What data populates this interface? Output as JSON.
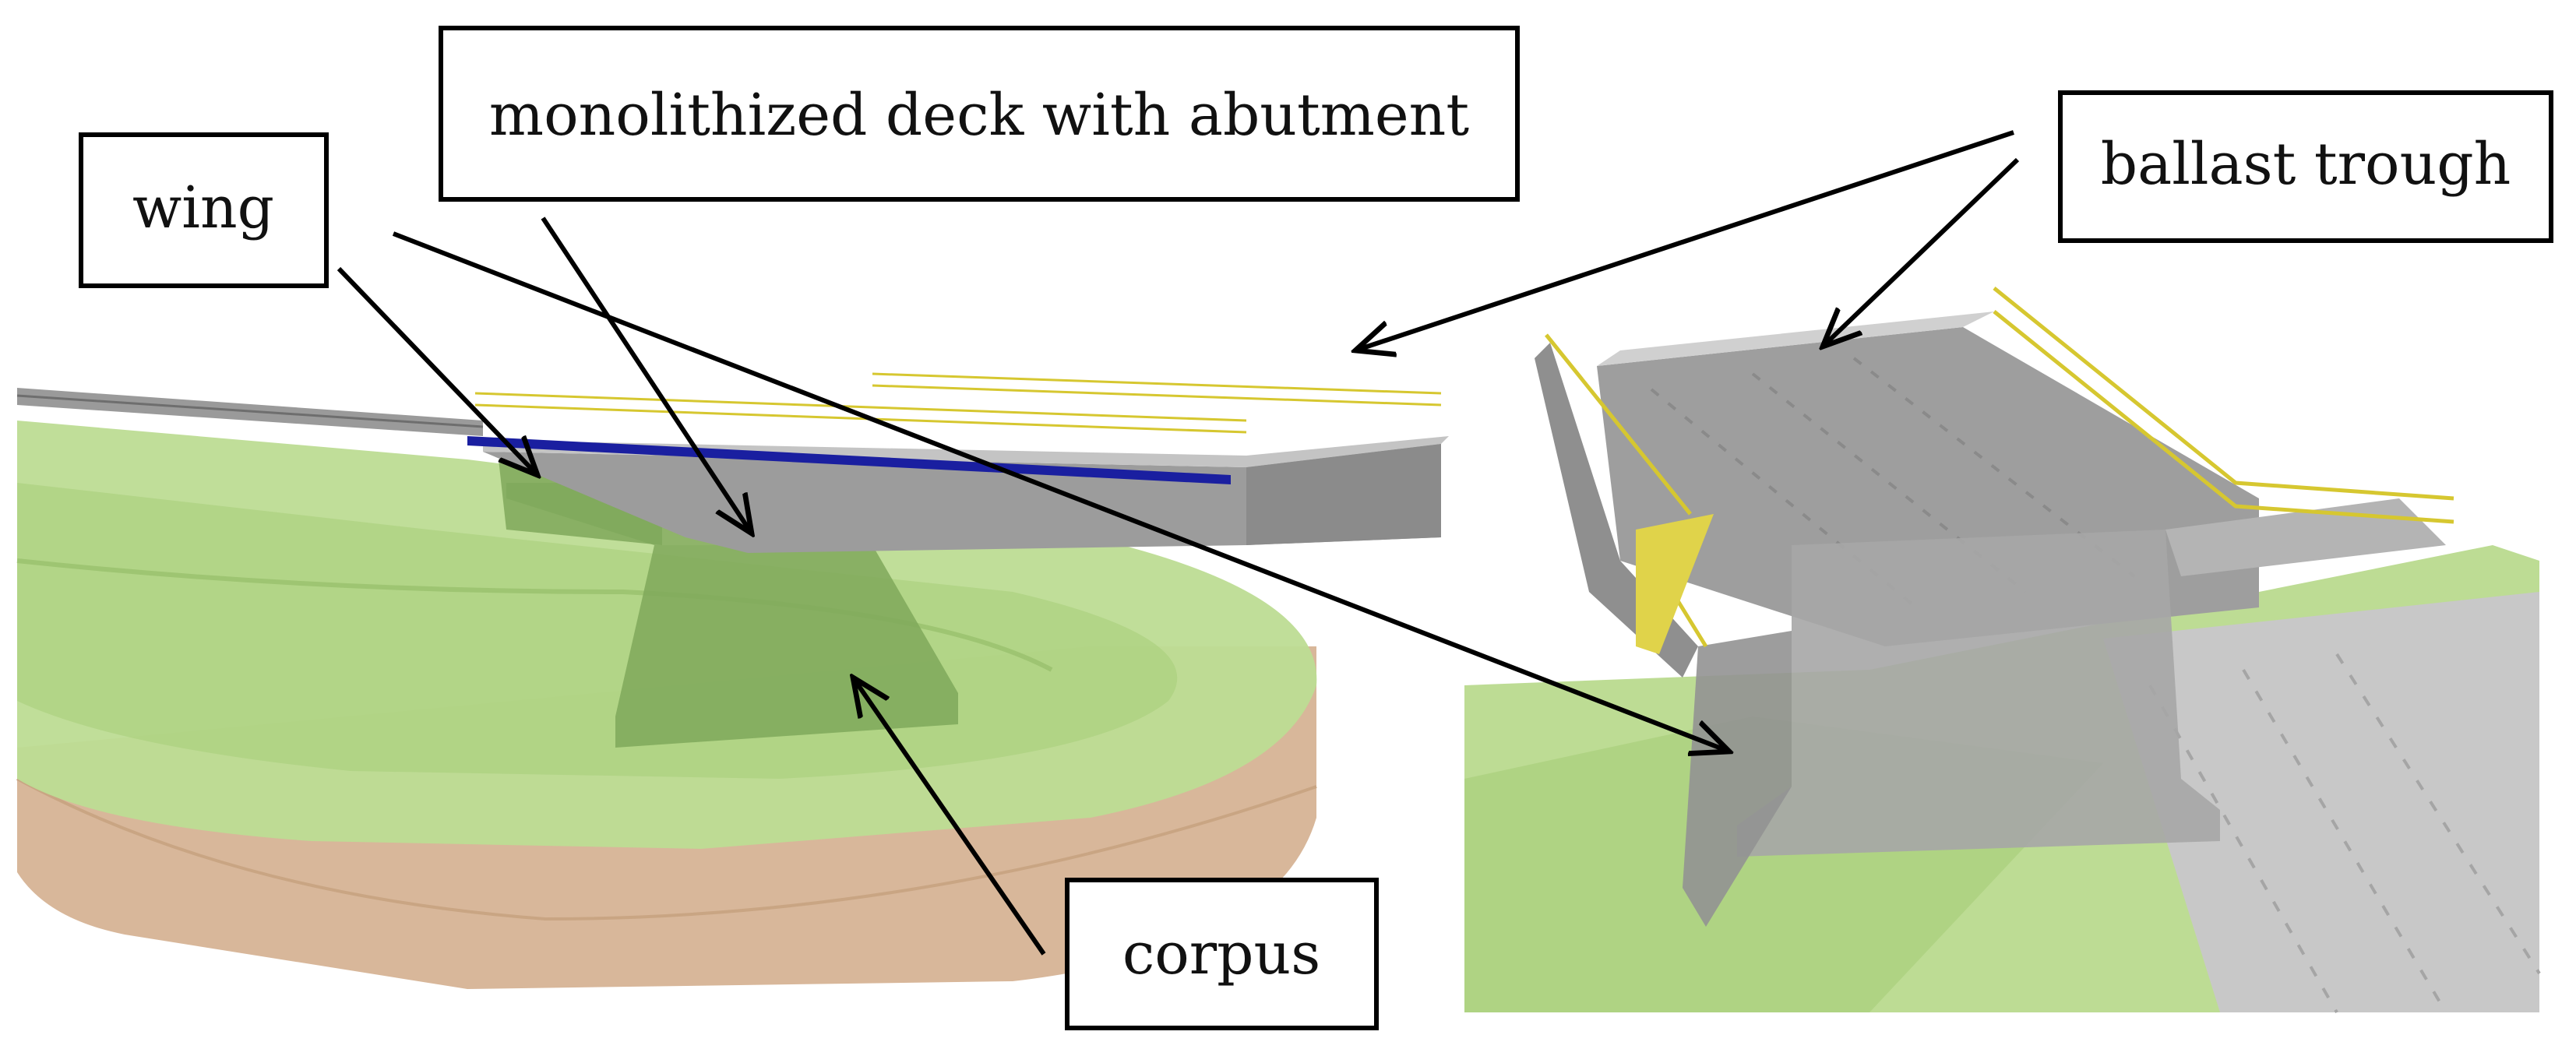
{
  "labels": {
    "wing": "wing",
    "deck": "monolithized deck with abutment",
    "ballast": "ballast trough",
    "corpus": "corpus"
  },
  "colors": {
    "ground_green": "#b9d98c",
    "ground_green_dark": "#8fb866",
    "soil": "#d8b79a",
    "concrete": "#a9a9a9",
    "concrete_dark": "#7d7d7d",
    "railing_yellow": "#e6d84a",
    "blue_strip": "#1a1fa0",
    "arrow": "#000000"
  }
}
